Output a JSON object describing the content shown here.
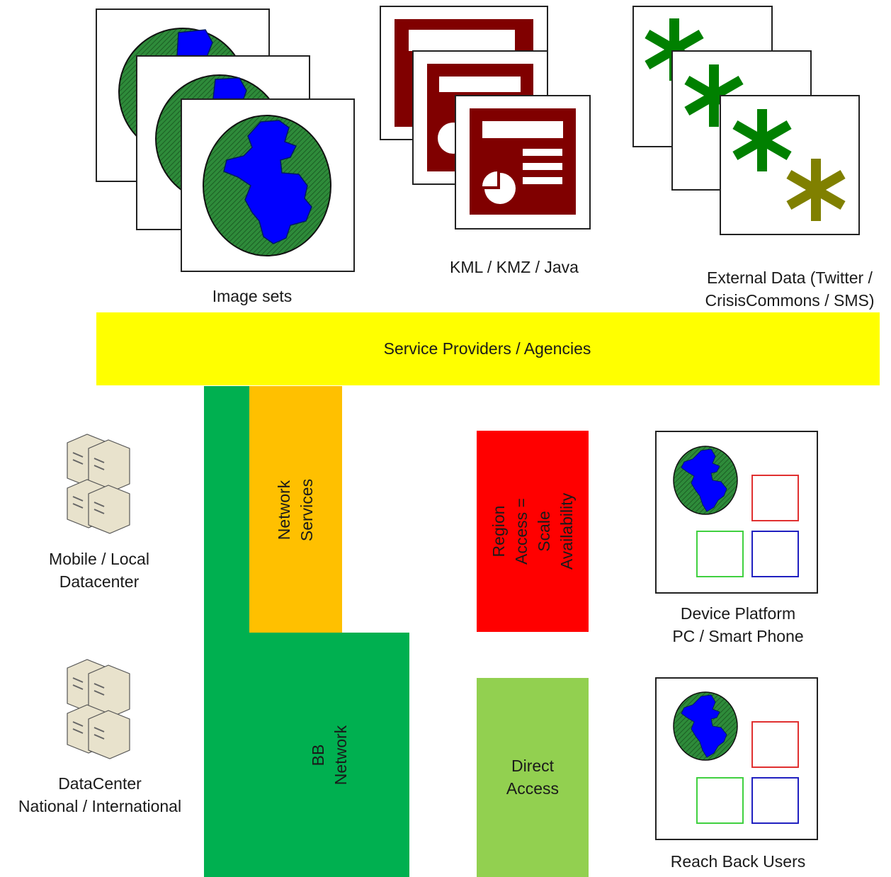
{
  "top_labels": {
    "image_sets": "Image sets",
    "kml": "KML / KMZ / Java",
    "external_line1": "External Data (Twitter /",
    "external_line2": "CrisisCommons / SMS)"
  },
  "service_bar": {
    "label": "Service Providers / Agencies",
    "color": "#ffff00"
  },
  "network_services": {
    "line1": "Network",
    "line2": "Services",
    "color": "#ffc000"
  },
  "bb_network": {
    "line1": "BB",
    "line2": "Network",
    "color": "#00b050"
  },
  "region_box": {
    "line1": "Region",
    "line2": "Access =",
    "line3": "Scale",
    "line4": "Availability",
    "color": "#ff0000"
  },
  "direct_access": {
    "line1": "Direct",
    "line2": "Access",
    "color": "#92d050"
  },
  "datacenters": {
    "mobile_line1": "Mobile / Local",
    "mobile_line2": "Datacenter",
    "national_line1": "DataCenter",
    "national_line2": "National / International"
  },
  "devices": {
    "platform_line1": "Device Platform",
    "platform_line2": "PC / Smart Phone",
    "reach_back": "Reach Back Users"
  },
  "colors": {
    "globe_ocean": "#2e8b3a",
    "globe_land": "#0000ff",
    "doc_red": "#800000",
    "asterisk_green": "#008000",
    "asterisk_olive": "#808000"
  }
}
